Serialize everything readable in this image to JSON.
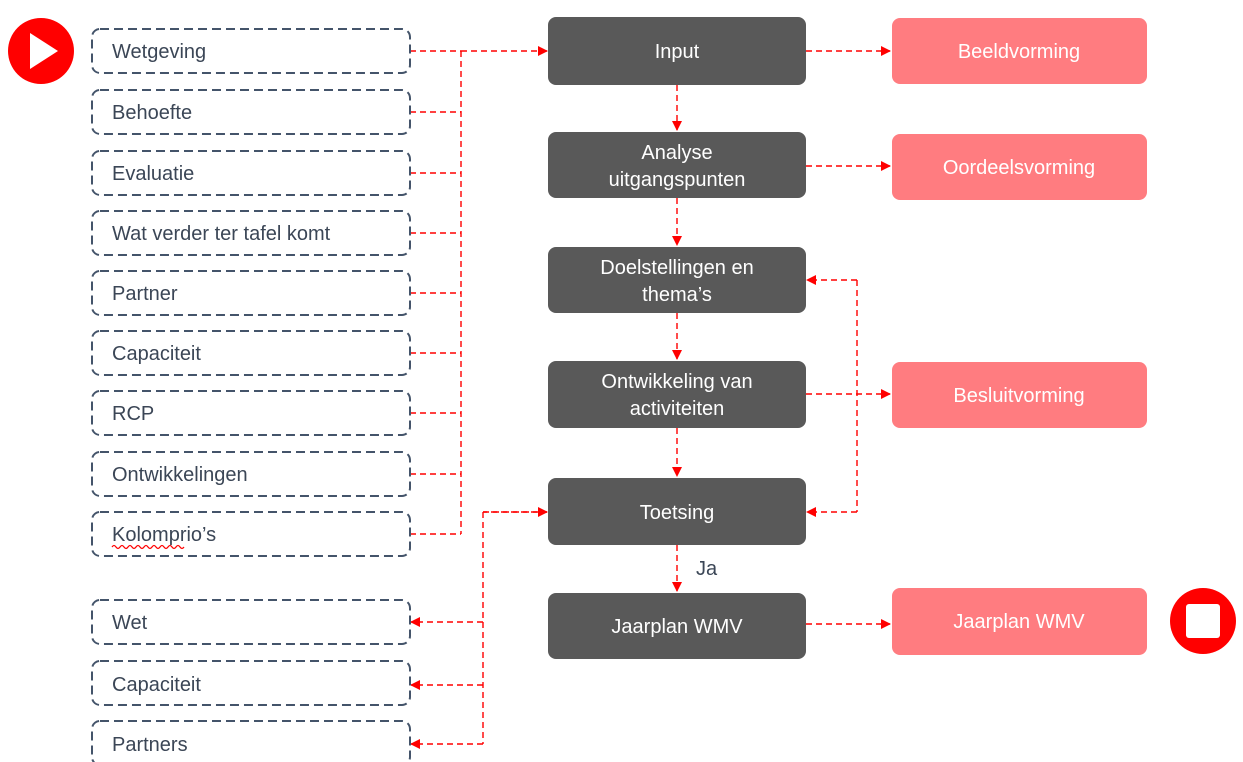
{
  "colors": {
    "process": "#595959",
    "output": "#ff7c80",
    "input_border": "#44546a",
    "connector": "#ff0000",
    "start_stop": "#ff0000"
  },
  "icons": {
    "start": "play-icon",
    "stop": "stop-icon"
  },
  "inputs": [
    "Wetgeving",
    "Behoefte",
    "Evaluatie",
    "Wat verder ter tafel komt",
    "Partner",
    "Capaciteit",
    "RCP",
    "Ontwikkelingen",
    "Kolomprio’s"
  ],
  "process": [
    "Input",
    [
      "Analyse",
      "uitgangspunten"
    ],
    [
      "Doelstellingen en",
      "thema’s"
    ],
    [
      "Ontwikkeling van",
      "activiteiten"
    ],
    "Toetsing",
    "Jaarplan WMV"
  ],
  "decision_label": "Ja",
  "outputs": {
    "beeldvorming": "Beeldvorming",
    "oordeelsvorming": "Oordeelsvorming",
    "besluitvorming": "Besluitvorming",
    "jaarplan": "Jaarplan WMV"
  },
  "feedback_targets": [
    "Wet",
    "Capaciteit",
    "Partners"
  ]
}
